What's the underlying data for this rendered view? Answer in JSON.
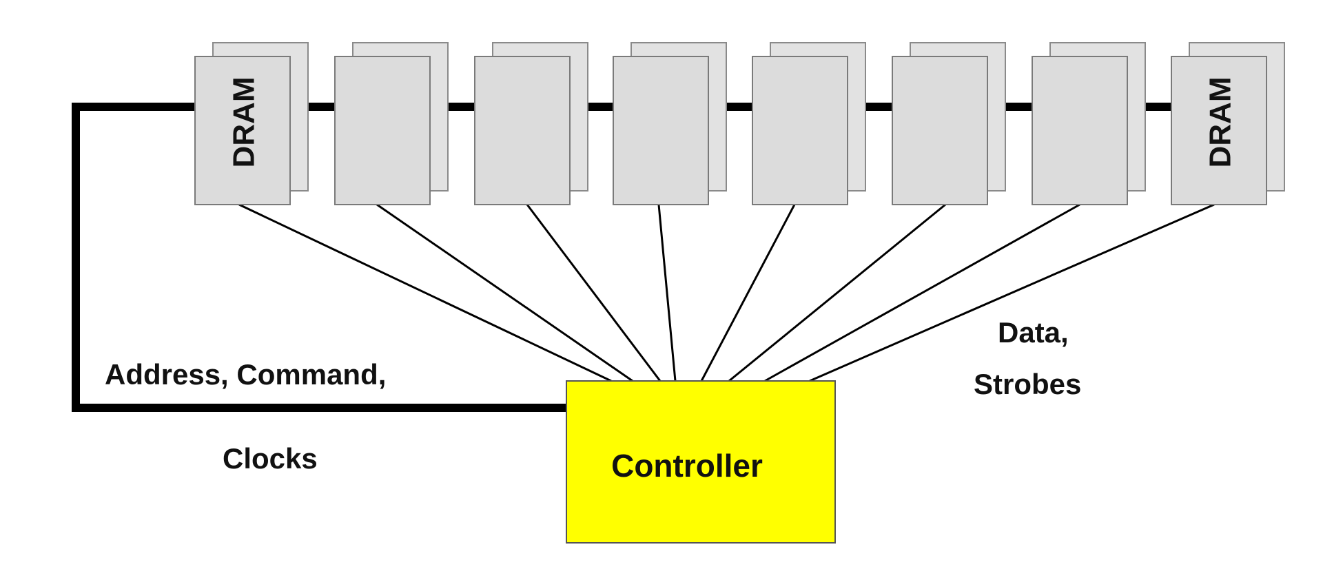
{
  "diagram": {
    "chips": [
      {
        "label": "DRAM"
      },
      {
        "label": ""
      },
      {
        "label": ""
      },
      {
        "label": ""
      },
      {
        "label": ""
      },
      {
        "label": ""
      },
      {
        "label": ""
      },
      {
        "label": "DRAM"
      }
    ],
    "controller": {
      "label": "Controller",
      "fill": "#ffff00",
      "stroke": "#555555"
    },
    "address_label": {
      "line1": "Address, Command,",
      "line2": "Clocks"
    },
    "data_label": {
      "line1": "Data,",
      "line2": "Strobes"
    },
    "colors": {
      "chip_fill": "#dcdcdc",
      "chip_stroke": "#7a7a7a",
      "bus": "#000000",
      "background": "#ffffff"
    }
  }
}
